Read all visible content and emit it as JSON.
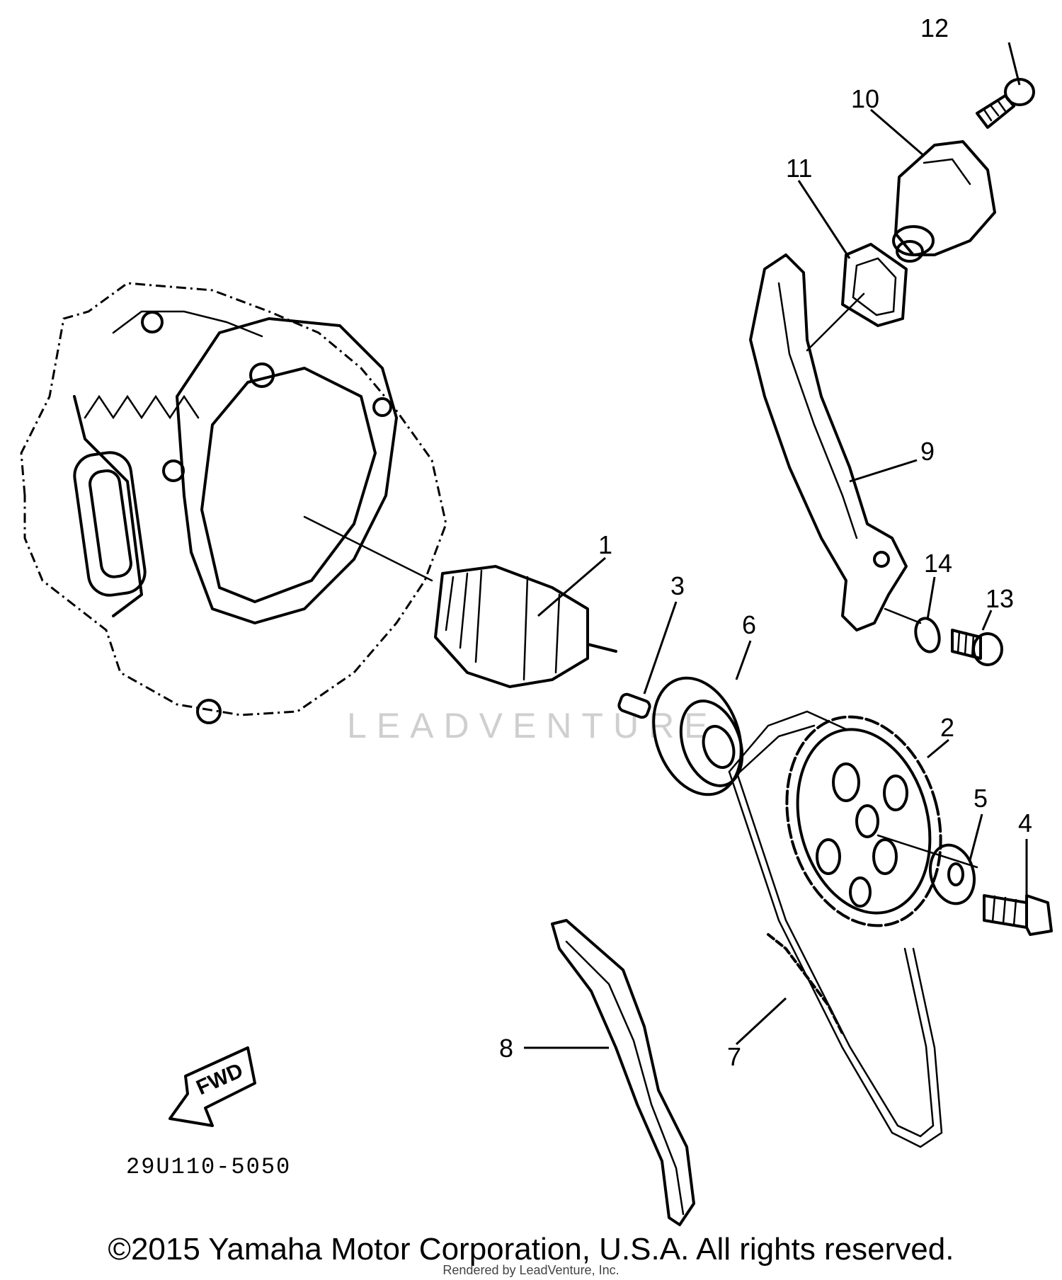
{
  "diagram": {
    "watermark": "LEADVENTURE",
    "part_number": "29U110-5050",
    "fwd_label": "FWD",
    "callouts": [
      "1",
      "2",
      "3",
      "4",
      "5",
      "6",
      "7",
      "8",
      "9",
      "10",
      "11",
      "12",
      "13",
      "14"
    ]
  },
  "footer": {
    "copyright": "©2015 Yamaha Motor Corporation, U.S.A. All rights reserved.",
    "rendered_by": "Rendered by LeadVenture, Inc."
  }
}
